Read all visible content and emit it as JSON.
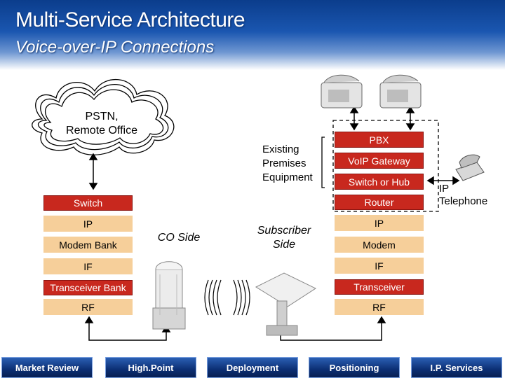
{
  "header": {
    "title": "Multi-Service Architecture",
    "subtitle": "Voice-over-IP Connections"
  },
  "cloud": {
    "line1": "PSTN,",
    "line2": "Remote Office"
  },
  "existing_label": {
    "line1": "Existing",
    "line2": "Premises",
    "line3": "Equipment"
  },
  "co_side": "CO Side",
  "subscriber_side": {
    "line1": "Subscriber",
    "line2": "Side"
  },
  "ip_telephone": {
    "line1": "IP",
    "line2": "Telephone"
  },
  "co_stack": {
    "switch": "Switch",
    "ip": "IP",
    "modem_bank": "Modem Bank",
    "if": "IF",
    "transceiver_bank": "Transceiver Bank",
    "rf": "RF"
  },
  "subscriber_stack": {
    "pbx": "PBX",
    "voip_gateway": "VoIP Gateway",
    "switch_or_hub": "Switch or Hub",
    "router": "Router",
    "ip": "IP",
    "modem": "Modem",
    "if": "IF",
    "transceiver": "Transceiver",
    "rf": "RF"
  },
  "nav": {
    "market_review": "Market Review",
    "highpoint": "High.Point",
    "deployment": "Deployment",
    "positioning": "Positioning",
    "ip_services": "I.P. Services"
  },
  "colors": {
    "red_box": "#c8281e",
    "tan_box": "#f6cf9a",
    "nav_bg": "#0c2f74",
    "header_bg": "#0b3d8c"
  }
}
